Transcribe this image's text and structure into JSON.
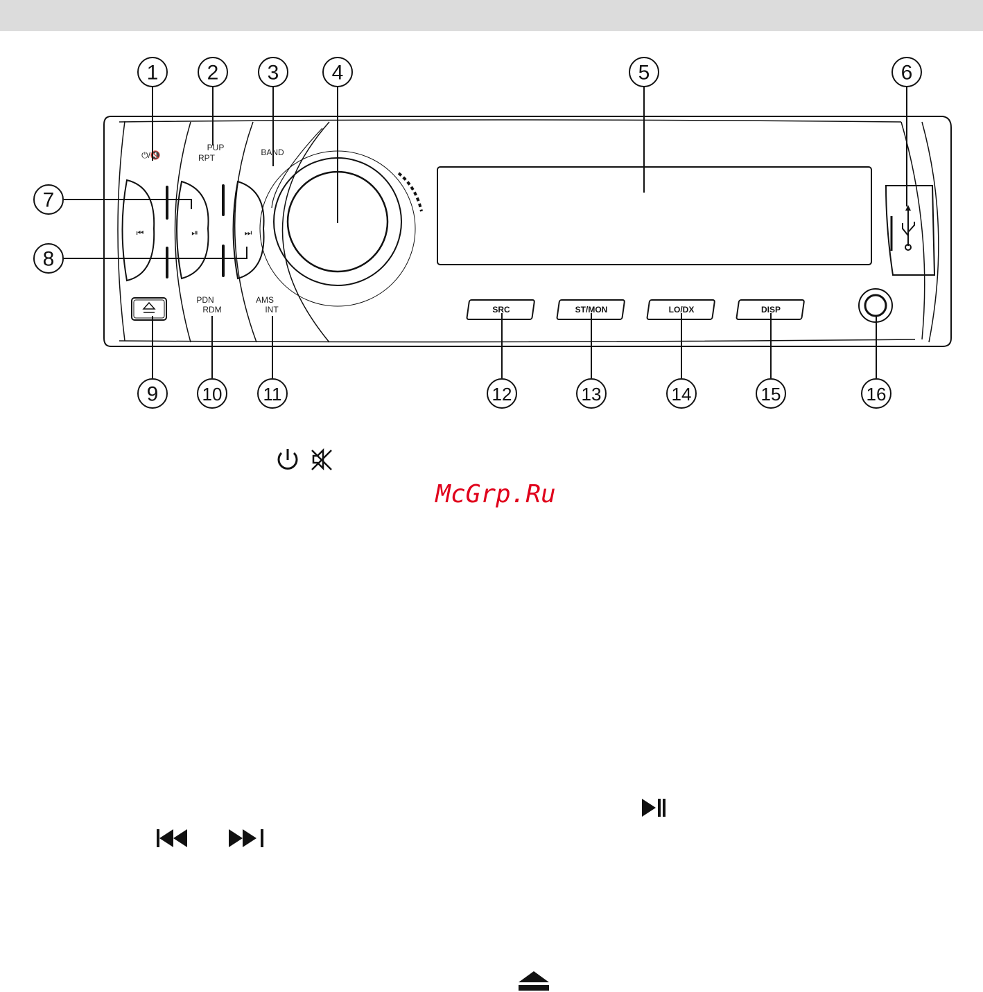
{
  "callouts": [
    "1",
    "2",
    "3",
    "4",
    "5",
    "6",
    "7",
    "8",
    "9",
    "10",
    "11",
    "12",
    "13",
    "14",
    "15",
    "16"
  ],
  "panel_labels": {
    "power_mute": "⏻/🔇",
    "pup": "PUP",
    "rpt": "RPT",
    "band": "BAND",
    "pdn": "PDN",
    "rdm": "RDM",
    "ams": "AMS",
    "int": "INT",
    "prev": "⏮",
    "play_pause": "⏯",
    "next": "⏭"
  },
  "buttons": {
    "src": "SRC",
    "st_mon": "ST/MON",
    "lo_dx": "LO/DX",
    "disp": "DISP"
  },
  "watermark": "McGrp.Ru",
  "colors": {
    "topbar": "#dcdcdc",
    "watermark": "#e0001b",
    "line": "#111111"
  }
}
